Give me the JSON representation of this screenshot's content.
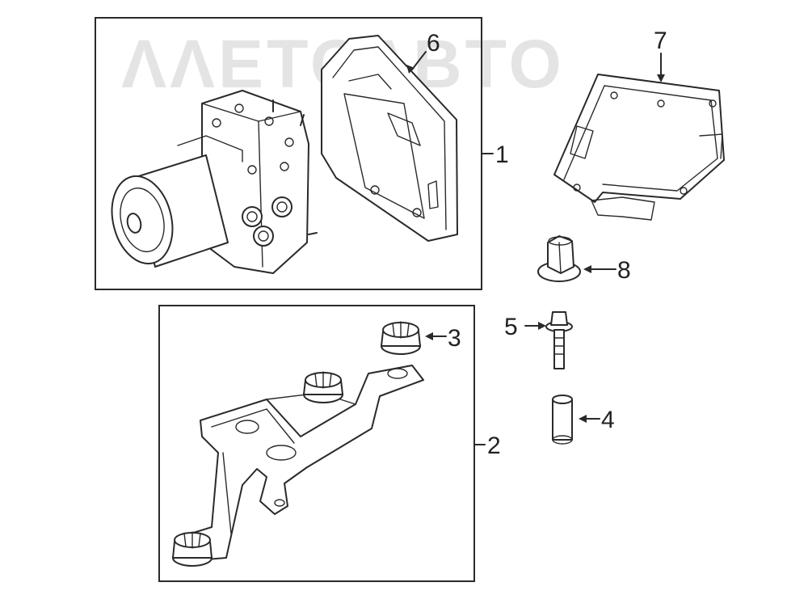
{
  "watermark": {
    "text": "ΛΛΕΤΟΛΒΤΟ",
    "color": "#e4e4e4"
  },
  "callouts": [
    {
      "id": "1",
      "label": "1"
    },
    {
      "id": "2",
      "label": "2"
    },
    {
      "id": "3",
      "label": "3"
    },
    {
      "id": "4",
      "label": "4"
    },
    {
      "id": "5",
      "label": "5"
    },
    {
      "id": "6",
      "label": "6"
    },
    {
      "id": "7",
      "label": "7"
    },
    {
      "id": "8",
      "label": "8"
    }
  ],
  "parts": [
    {
      "ref": "1",
      "name": "abs-modulator-assembly"
    },
    {
      "ref": "2",
      "name": "mounting-bracket"
    },
    {
      "ref": "3",
      "name": "grommet"
    },
    {
      "ref": "4",
      "name": "sleeve"
    },
    {
      "ref": "5",
      "name": "bolt"
    },
    {
      "ref": "6",
      "name": "control-module"
    },
    {
      "ref": "7",
      "name": "electronic-control-unit"
    },
    {
      "ref": "8",
      "name": "nut"
    }
  ]
}
